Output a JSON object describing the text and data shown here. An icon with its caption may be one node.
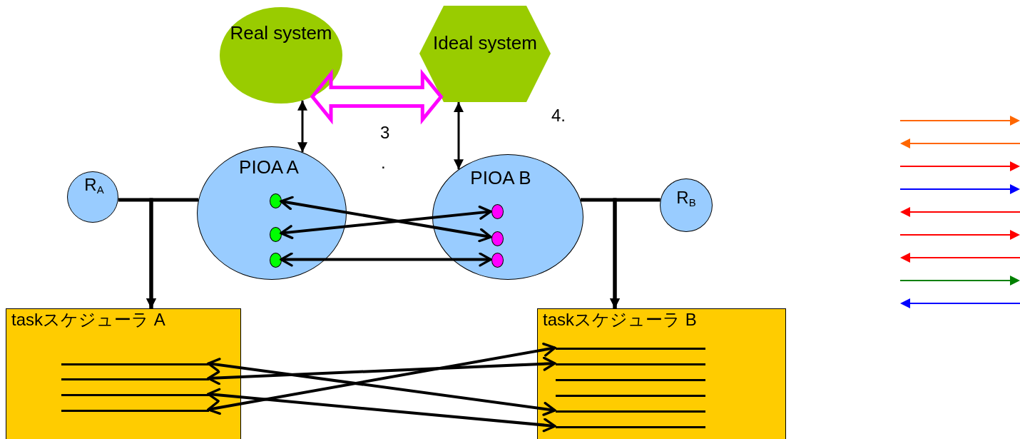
{
  "diagram": {
    "nodes": [
      {
        "text": [
          "Real system"
        ]
      },
      {
        "text": [
          "Ideal system"
        ]
      },
      {
        "text": [
          "R$_{A}$"
        ]
      },
      {
        "text": [
          "PIOA A"
        ]
      },
      {
        "text": [],
        "shape": "circle",
        "in": 3
      },
      {
        "text": [],
        "shape": "circle",
        "in": 3
      },
      {
        "text": [],
        "shape": "circle",
        "in": 3
      },
      {
        "text": [
          "PIOA B"
        ]
      },
      {
        "text": [],
        "shape": "circle",
        "in": 7
      },
      {
        "text": [],
        "shape": "circle",
        "in": 7
      },
      {
        "text": [],
        "shape": "circle",
        "in": 7
      },
      {
        "text": [
          "R$_{B}$"
        ]
      },
      {
        "text": [
          "taskスケジューラ A"
        ]
      },
      {
        "text": [],
        "shape": "bar",
        "in": 12
      },
      {
        "text": [],
        "shape": "bar",
        "in": 12
      },
      {
        "text": [],
        "shape": "bar",
        "in": 12
      },
      {
        "text": [],
        "shape": "bar",
        "in": 12
      },
      {
        "text": [
          "taskスケジューラ B"
        ]
      },
      {
        "text": [],
        "shape": "bar",
        "in": 17
      },
      {
        "text": [],
        "shape": "bar",
        "in": 17
      },
      {
        "text": [],
        "shape": "bar",
        "in": 17
      },
      {
        "text": [],
        "shape": "bar",
        "in": 17
      },
      {
        "text": [],
        "shape": "bar",
        "in": 17
      },
      {
        "text": [],
        "shape": "bar",
        "in": 17
      }
    ],
    "edges": [
      {
        "from": 0,
        "to": 3,
        "arrow": "both"
      },
      {
        "from": 1,
        "to": 7,
        "arrow": "both"
      },
      {
        "from": 0,
        "to": 1,
        "arrow": "both",
        "style": "thick",
        "color": "#ff00ff"
      },
      {
        "from": 2,
        "to": 12,
        "arrow": "to"
      },
      {
        "from": 3,
        "to": 12,
        "arrow": "to"
      },
      {
        "from": 7,
        "to": 17,
        "arrow": "to"
      },
      {
        "from": 11,
        "to": 17,
        "arrow": "to"
      },
      {
        "from": 4,
        "to": 9,
        "arrow": "both"
      },
      {
        "from": 5,
        "to": 8,
        "arrow": "both"
      },
      {
        "from": 6,
        "to": 10,
        "arrow": "both"
      },
      {
        "from": 13,
        "to": 22,
        "arrow": "both"
      },
      {
        "from": 14,
        "to": 19,
        "arrow": "both"
      },
      {
        "from": 15,
        "to": 23,
        "arrow": "both"
      },
      {
        "from": 16,
        "to": 18,
        "arrow": "both"
      }
    ],
    "labels": [
      "3",
      ".",
      "4."
    ]
  }
}
